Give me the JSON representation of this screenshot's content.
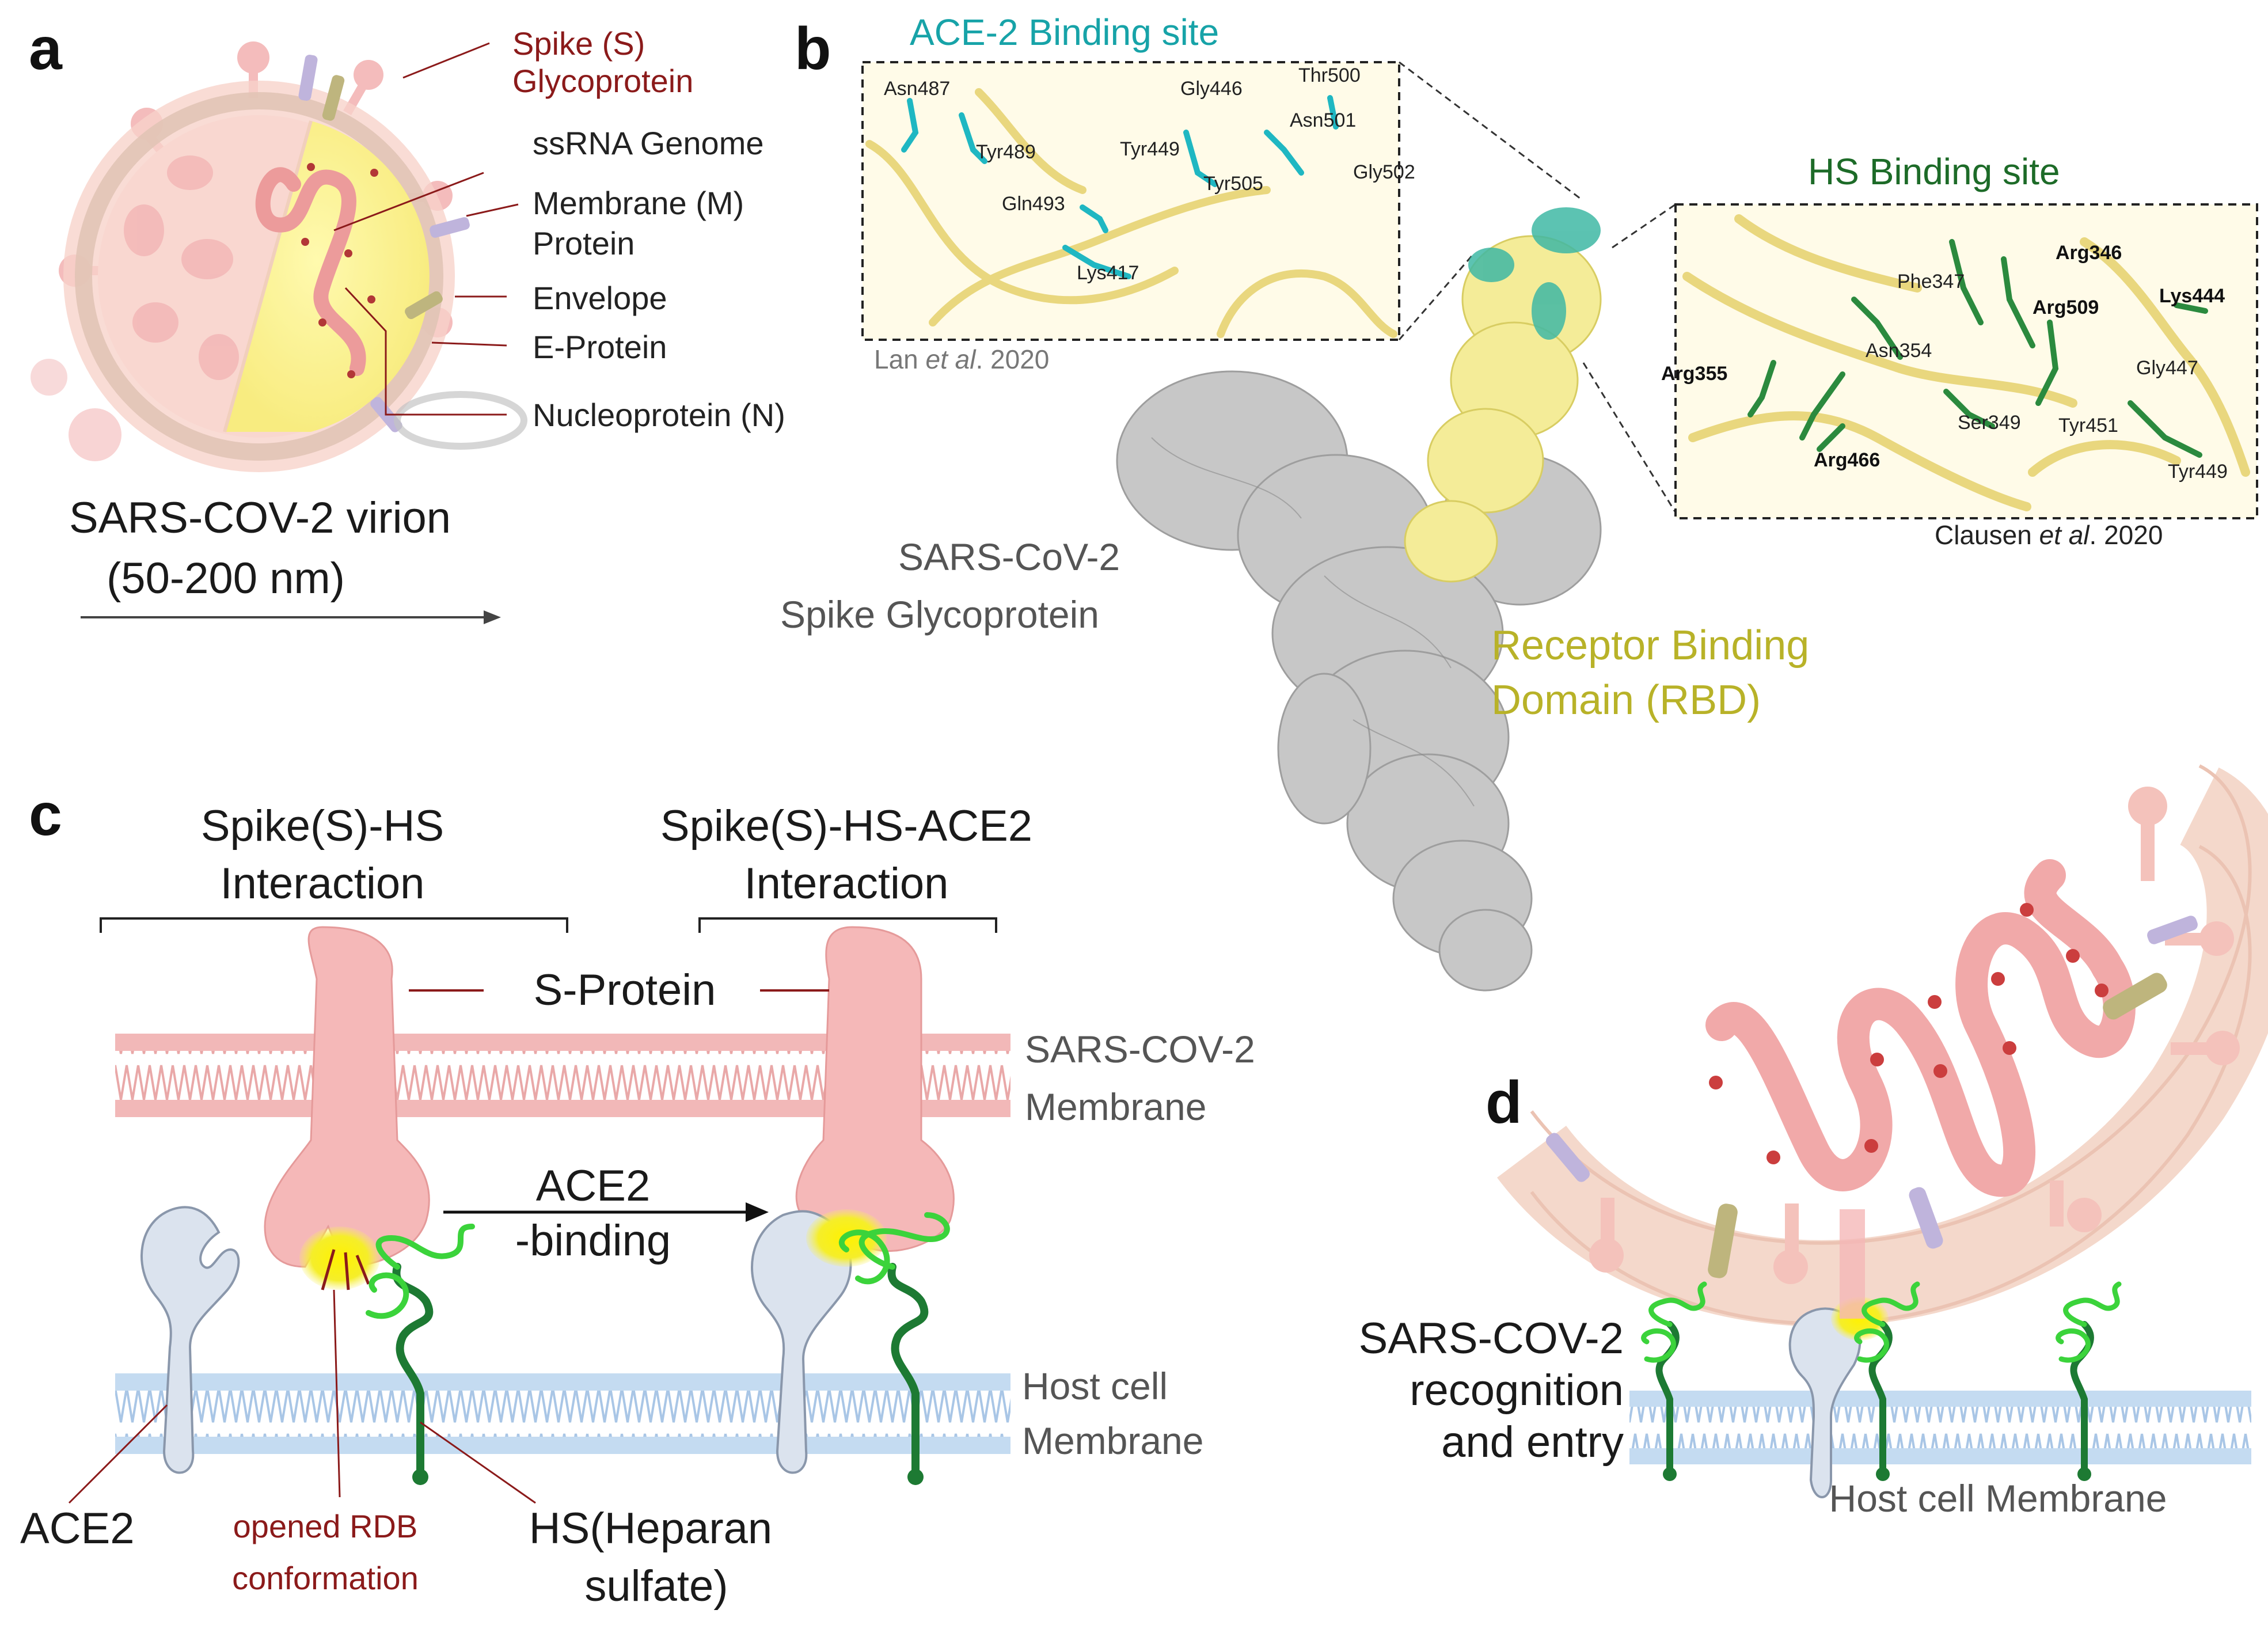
{
  "panels": {
    "a": "a",
    "b": "b",
    "c": "c",
    "d": "d"
  },
  "panel_a": {
    "labels": {
      "spike_1": "Spike (S)",
      "spike_2": "Glycoprotein",
      "ssrna": "ssRNA Genome",
      "membrane_1": "Membrane (M)",
      "membrane_2": "Protein",
      "envelope": "Envelope",
      "eprotein": "E-Protein",
      "nucleo": "Nucleoprotein (N)"
    },
    "caption_1": "SARS-COV-2  virion",
    "caption_2": "(50-200 nm)"
  },
  "panel_b": {
    "ace2_title": "ACE-2 Binding site",
    "hs_title": "HS Binding site",
    "ace2_residues": [
      "Asn487",
      "Tyr489",
      "Gln493",
      "Tyr449",
      "Gly446",
      "Thr500",
      "Asn501",
      "Tyr505",
      "Gly502",
      "Lys417"
    ],
    "hs_residues": [
      "Arg346",
      "Phe347",
      "Arg509",
      "Lys444",
      "Asn354",
      "Arg355",
      "Gly447",
      "Ser349",
      "Tyr451",
      "Arg466",
      "Tyr449"
    ],
    "cite_lan_1": "Lan ",
    "cite_lan_2": "et al",
    "cite_lan_3": ". 2020",
    "cite_clausen_1": "Clausen ",
    "cite_clausen_2": "et al",
    "cite_clausen_3": ". 2020",
    "spike_label_1": "SARS-CoV-2",
    "spike_label_2": "Spike Glycoprotein",
    "rbd_label_1": "Receptor Binding",
    "rbd_label_2": "Domain (RBD)"
  },
  "panel_c": {
    "heading_left_1": "Spike(S)-HS",
    "heading_left_2": "Interaction",
    "heading_right_1": "Spike(S)-HS-ACE2",
    "heading_right_2": "Interaction",
    "sprotein": "S-Protein",
    "membrane_virus_1": "SARS-COV-2",
    "membrane_virus_2": "Membrane",
    "arrow_1": "ACE2",
    "arrow_2": "-binding",
    "membrane_host_1": "Host cell",
    "membrane_host_2": "Membrane",
    "ace2": "ACE2",
    "opened_1": "opened RDB",
    "opened_2": "conformation",
    "hs_1": "HS(Heparan",
    "hs_2": "sulfate)"
  },
  "panel_d": {
    "label_1": "SARS-COV-2",
    "label_2": "recognition",
    "label_3": "and entry",
    "host_membrane": "Host cell Membrane"
  }
}
